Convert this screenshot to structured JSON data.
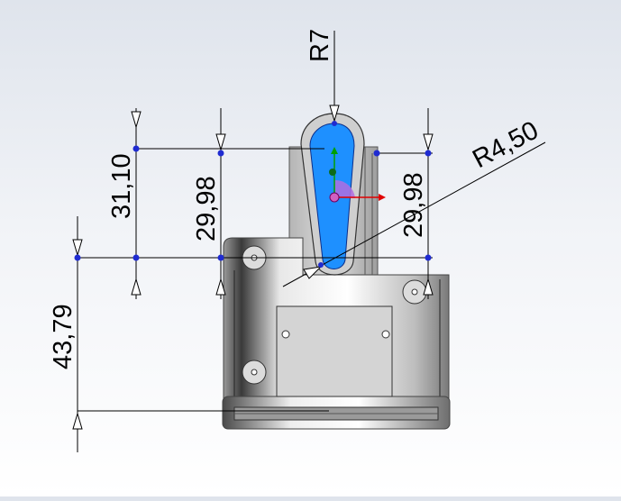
{
  "dimensions": {
    "r7": "R7",
    "r450": "R4,50",
    "h3110": "31,10",
    "h2998_left": "29,98",
    "h2998_right": "29,98",
    "h4379": "43,79"
  },
  "colors": {
    "sketch_fill": "#1e90ff",
    "dimension_point": "#1f2bd1",
    "axis_x": "#e00000",
    "axis_y": "#00a000",
    "body_gray": "#c8c8c8"
  },
  "icons": {
    "origin": "origin-icon",
    "axes": "triad-axes-icon"
  }
}
